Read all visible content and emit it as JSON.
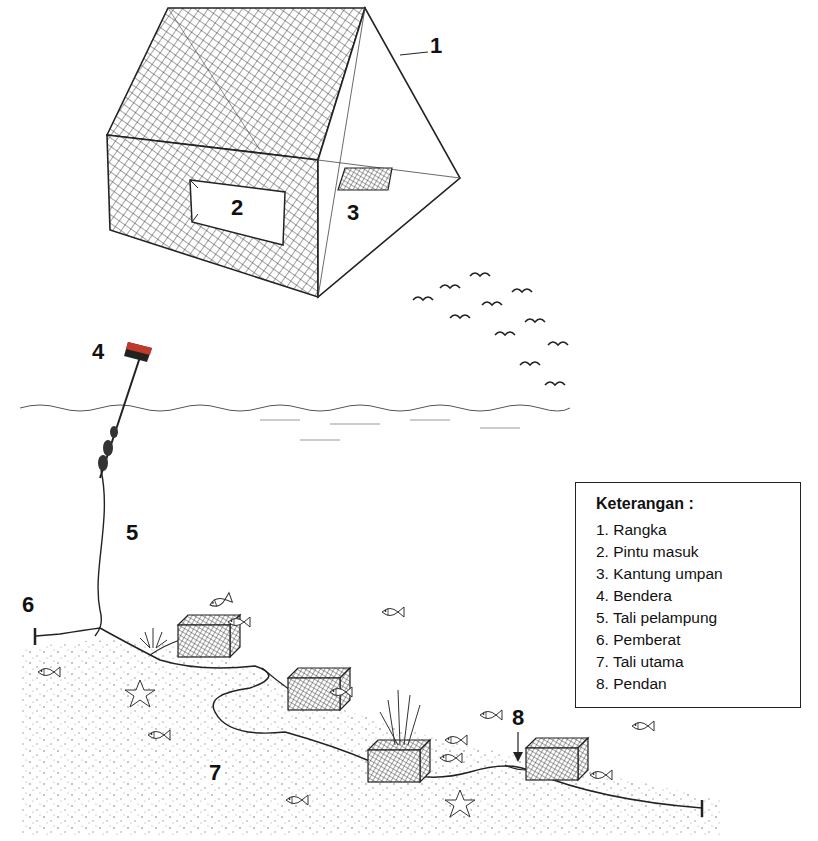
{
  "diagram": {
    "labels": [
      "1",
      "2",
      "3",
      "4",
      "5",
      "6",
      "7",
      "8",
      "Keterangan :"
    ],
    "legend": [
      {
        "text": "1. Rangka"
      },
      {
        "text": "2. Pintu masuk"
      },
      {
        "text": "3. Kantung umpan"
      },
      {
        "text": "4. Bendera"
      },
      {
        "text": "5. Tali pelampung"
      },
      {
        "text": "6. Pemberat"
      },
      {
        "text": "7. Tali utama"
      },
      {
        "text": "8. Pendan"
      }
    ]
  }
}
